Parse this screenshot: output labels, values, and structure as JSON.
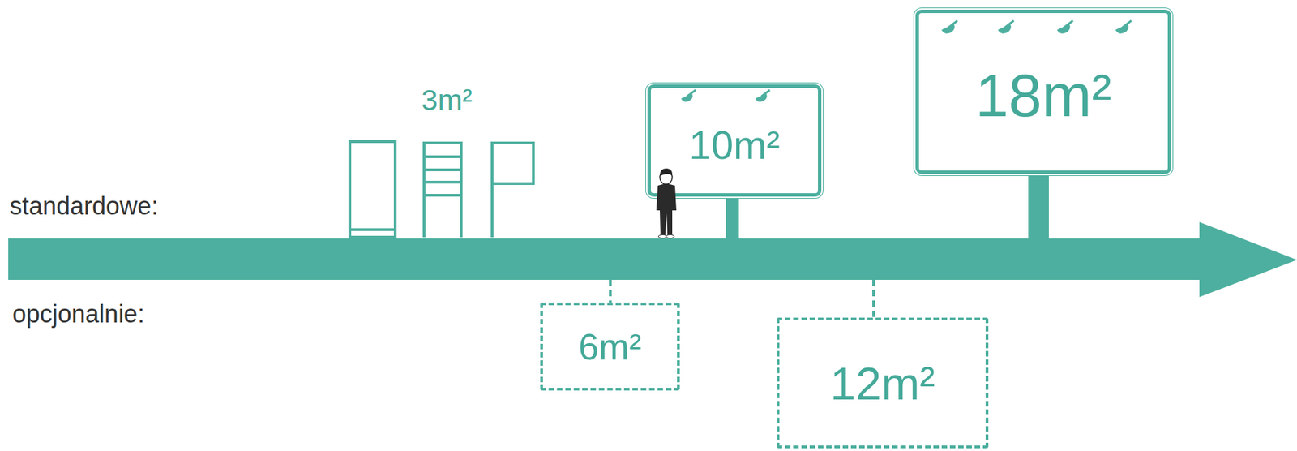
{
  "diagram": {
    "nodes": [
      {
        "text": [
          "10m²"
        ]
      },
      {
        "text": [
          "18m²"
        ]
      },
      {
        "text": [
          "6m²"
        ]
      },
      {
        "text": [
          "12m²"
        ]
      }
    ],
    "labels": [
      "3m²",
      "standardowe:",
      "opcjonalnie:"
    ]
  }
}
